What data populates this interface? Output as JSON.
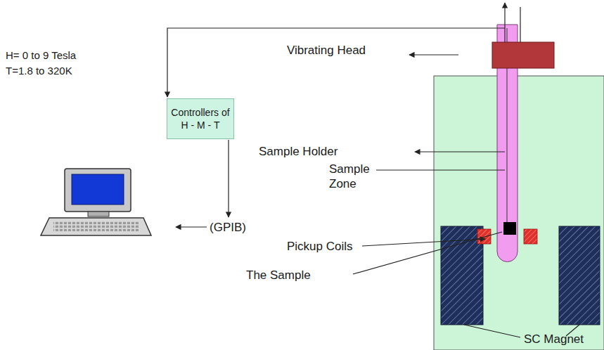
{
  "diagram": {
    "nodes": [
      {
        "text": [
          "Controllers of H - M - T"
        ]
      }
    ],
    "labels": [
      "H= 0 to 9 Tesla",
      "T=1.8 to 320K",
      "Vibrating Head",
      "Sample Holder",
      "Sample Zone",
      "(GPIB)",
      "Pickup Coils",
      "The Sample",
      "SC Magnet"
    ]
  }
}
